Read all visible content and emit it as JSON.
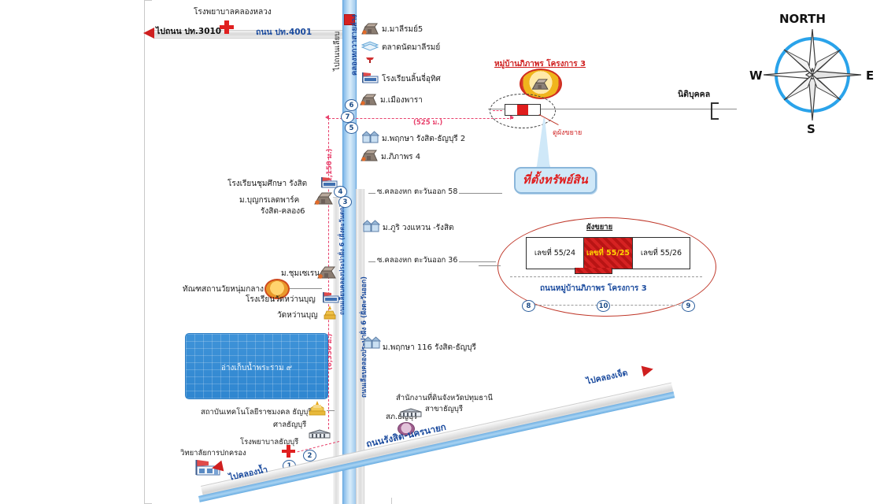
{
  "map": {
    "title_property_callout": "ที่ตั้งทรัพย์สิน",
    "project_name": "หมู่บ้านภิภาพร โครงการ 3",
    "see_enlarged": "ดูผังขยาย",
    "juristic_person": "นิติบุคคล"
  },
  "compass": {
    "north": "NORTH",
    "south": "S",
    "east": "E",
    "west": "W"
  },
  "roads": {
    "pt4001": "ถนน ปท.4001",
    "to_pt3010": "ไปถนน ปท.3010",
    "canal_main": "คลองหกวาสายล่าง",
    "to_liab": "ไปถนนเลียบ",
    "prapa_west": "ถนนเลียบคลองประปาฝั่ง 6 (ฝั่งตะวันตก)",
    "prapa_east": "ถนนเลียบคลองประปาฝั่ง 6 (ฝั่งตะวันออก)",
    "rangsit_nakhonnayok": "ถนนรังสิต-นครนายก",
    "to_khlong_chet": "ไปคลองเจ็ด",
    "to_khlong_nam": "ไปคลองน้ำ"
  },
  "sois": {
    "east58": "ซ.คลองหก ตะวันออก 58",
    "east36": "ซ.คลองหก ตะวันออก 36"
  },
  "distances": {
    "d525": "(525 ม.)",
    "d1150": "(1,150 ม.)",
    "d6350": "(6,350 ม.)"
  },
  "places": [
    {
      "id": "hospital-khlongluang",
      "label": "โรงพยาบาลคลองหลวง",
      "icon": "red-cross-icon"
    },
    {
      "id": "moo-malirom5",
      "label": "ม.มาลีรมย์5",
      "icon": "house-icon"
    },
    {
      "id": "market-malirom",
      "label": "ตลาดนัดมาลีรมย์",
      "icon": "market-icon"
    },
    {
      "id": "school-linjiutit",
      "label": "โรงเรียนลิ้นจี่อุทิศ",
      "icon": "school-icon"
    },
    {
      "id": "moo-muangphara",
      "label": "ม.เมืองพารา",
      "icon": "house-icon"
    },
    {
      "id": "moo-pruksa-rangsit-thanyaburi2",
      "label": "ม.พฤกษา รังสิต-ธัญบุรี 2",
      "icon": "house-icon"
    },
    {
      "id": "moo-phipaporn4",
      "label": "ม.ภิภาพร 4",
      "icon": "house-icon"
    },
    {
      "id": "school-chumsuksa-rangsit",
      "label": "โรงเรียนชุมศึกษา รังสิต",
      "icon": "school-icon"
    },
    {
      "id": "moo-bunyaret-park",
      "label": "ม.บุญกรเลดพาร์ค",
      "icon": "house-icon"
    },
    {
      "id": "moo-bunyaret-park-line2",
      "label": "รังสิต-คลอง6",
      "icon": "none"
    },
    {
      "id": "moo-phuri-wongwaen",
      "label": "ม.ภูริ วงแหวน -รังสิต",
      "icon": "house-icon"
    },
    {
      "id": "moo-chumchen",
      "label": "ม.ชุมเซเรน",
      "icon": "house-icon"
    },
    {
      "id": "tanthasathan",
      "label": "ทัณฑสถานวัยหนุ่มกลาง",
      "icon": "seal-icon"
    },
    {
      "id": "school-wat-wanboon",
      "label": "โรงเรียนวัดหว่านบุญ",
      "icon": "school-icon"
    },
    {
      "id": "wat-wanboon",
      "label": "วัดหว่านบุญ",
      "icon": "temple-icon"
    },
    {
      "id": "moo-pruksa116",
      "label": "ม.พฤกษา 116 รังสิต-ธัญบุรี",
      "icon": "house-icon"
    },
    {
      "id": "reservoir-rama9",
      "label": "อ่างเก็บน้ำพระราม ๙",
      "icon": "none"
    },
    {
      "id": "rmutt-thanyaburi",
      "label": "สถาบันเทคโนโลยีราชมงคล ธัญบุรี",
      "icon": "crown-icon"
    },
    {
      "id": "court-thanyaburi",
      "label": "ศาลธัญบุรี",
      "icon": "govbuilding-icon"
    },
    {
      "id": "hospital-thanyaburi",
      "label": "โรงพยาบาลธัญบุรี",
      "icon": "red-cross-icon"
    },
    {
      "id": "college-kanpokkrong",
      "label": "วิทยาลัยการปกครอง",
      "icon": "school-icon"
    },
    {
      "id": "police-thanyaburi",
      "label": "สภ.ธัญบุรี",
      "icon": "seal-icon"
    },
    {
      "id": "land-office-pathumthani",
      "label": "สำนักงานที่ดินจังหวัดปทุมธานี",
      "icon": "govbuilding-icon"
    },
    {
      "id": "land-office-branch",
      "label": "สาขาธัญบุรี",
      "icon": "none"
    }
  ],
  "detail_plan": {
    "title": "ผังขยาย",
    "units": [
      {
        "no": "เลขที่ 55/24",
        "highlight": false
      },
      {
        "no": "เลขที่ 55/25",
        "highlight": true
      },
      {
        "no": "เลขที่ 55/26",
        "highlight": false
      }
    ],
    "road_label": "ถนนหมู่บ้านภิภาพร โครงการ 3",
    "markers": [
      "8",
      "10",
      "9"
    ]
  },
  "route_markers": [
    "1",
    "2",
    "3",
    "4",
    "5",
    "6",
    "7"
  ],
  "colors": {
    "canal_blue": "#7fb7e8",
    "road_grey": "#d8d8d8",
    "accent_red": "#cf1f1f",
    "dash_pink": "#e8416c",
    "detail_red": "#c0392b",
    "blue_text": "#1b4b9e"
  }
}
